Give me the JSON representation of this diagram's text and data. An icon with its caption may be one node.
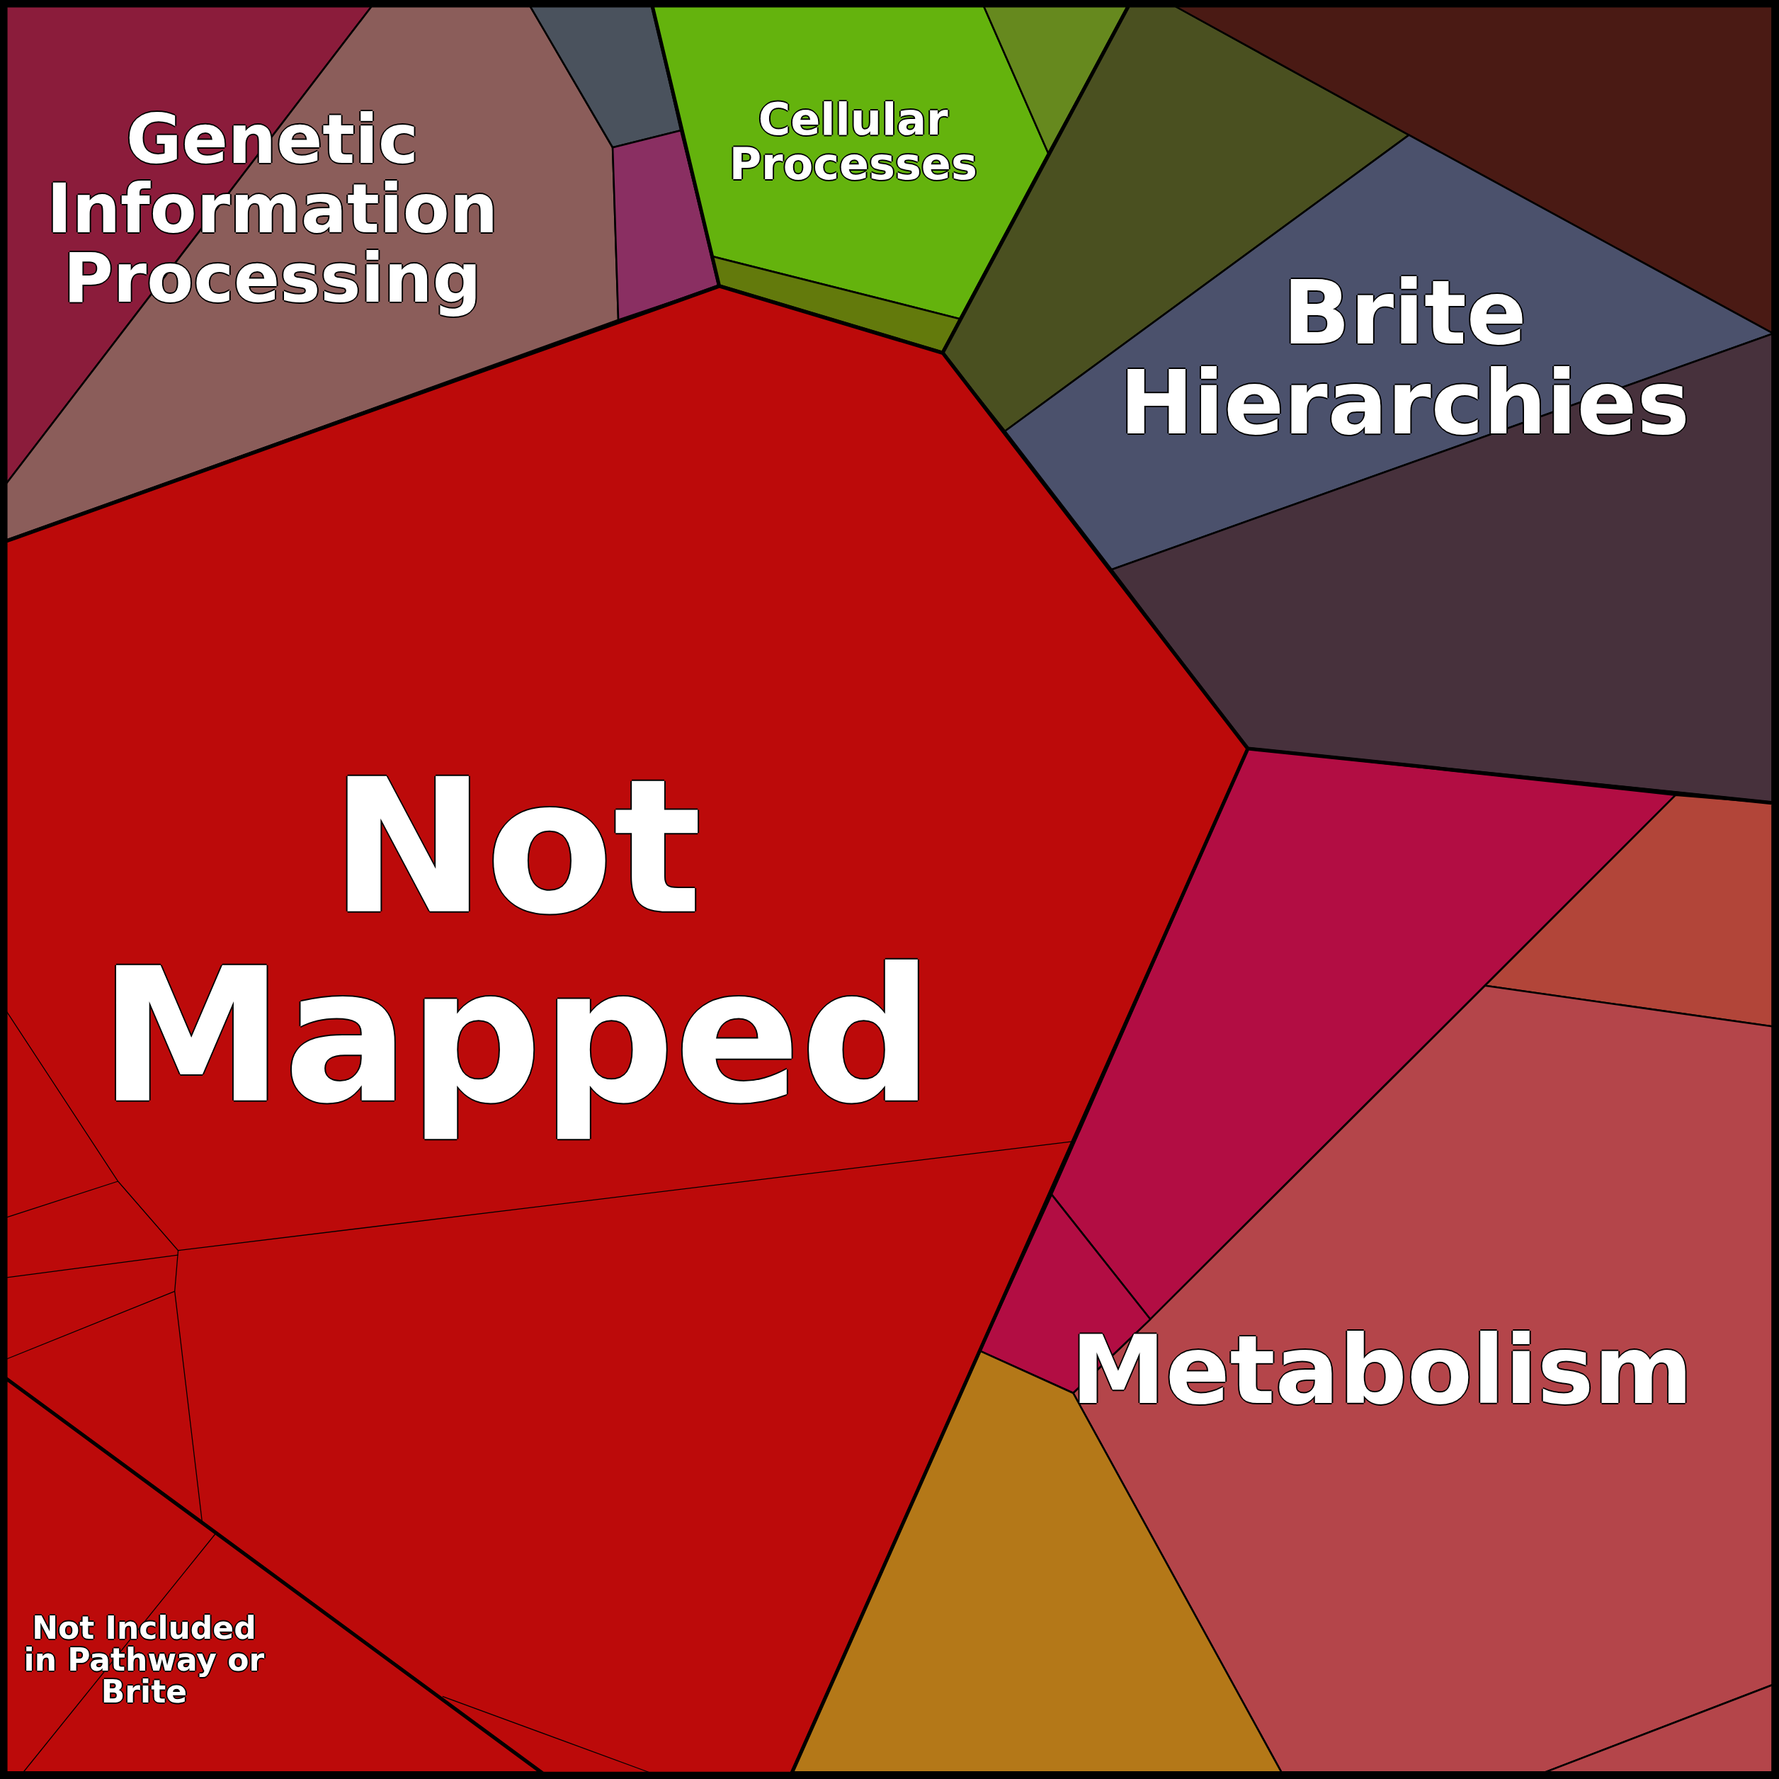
{
  "diagram": {
    "nodes": [
      {
        "text": [
          "Genetic Information Processing"
        ]
      },
      {
        "text": [
          "Cellular Processes"
        ]
      },
      {
        "text": [
          "Brite Hierarchies"
        ]
      },
      {
        "text": [
          "Not Mapped"
        ]
      },
      {
        "text": [
          "Metabolism"
        ]
      },
      {
        "text": [
          "Not Included in Pathway or Brite"
        ]
      }
    ]
  }
}
